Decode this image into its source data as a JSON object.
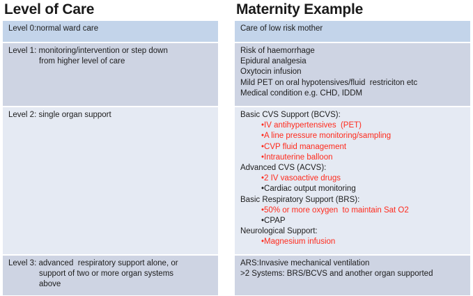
{
  "left_column": {
    "title": "Level of Care",
    "rows": [
      {
        "name": "level-0",
        "lines": [
          "Level 0:normal ward care"
        ]
      },
      {
        "name": "level-1",
        "lines": [
          "Level 1: monitoring/intervention or step down",
          "from higher level of care"
        ]
      },
      {
        "name": "level-2",
        "lines": [
          "Level 2: single organ support"
        ]
      },
      {
        "name": "level-3",
        "lines": [
          "Level 3: advanced  respiratory support alone, or",
          "support of two or more organ systems",
          "above"
        ]
      }
    ]
  },
  "right_column": {
    "title": "Maternity Example",
    "rows": [
      {
        "name": "care-low-risk",
        "lines": [
          "Care of low risk mother"
        ]
      },
      {
        "name": "level-1-example",
        "lines": [
          "Risk of haemorrhage",
          "Epidural analgesia",
          "Oxytocin infusion",
          "Mild PET on oral hypotensives/fluid  restriciton etc",
          "Medical condition e.g. CHD, IDDM"
        ]
      },
      {
        "name": "level-2-example",
        "groups": [
          {
            "heading": "Basic CVS Support (BCVS):",
            "bullets": [
              {
                "text": "•IV antihypertensives  (PET)",
                "color": "red"
              },
              {
                "text": "•A line pressure monitoring/sampling",
                "color": "red"
              },
              {
                "text": "•CVP fluid management",
                "color": "red"
              },
              {
                "text": "•Intrauterine balloon",
                "color": "red"
              }
            ]
          },
          {
            "heading": "Advanced CVS (ACVS):",
            "bullets": [
              {
                "text": "•2 IV vasoactive drugs",
                "color": "red"
              },
              {
                "text": "•Cardiac output monitoring",
                "color": "black"
              }
            ]
          },
          {
            "heading": "Basic Respiratory Support (BRS):",
            "bullets": [
              {
                "text": "•50% or more oxygen  to maintain Sat O2",
                "color": "red"
              },
              {
                "text": "•CPAP",
                "color": "black"
              }
            ]
          },
          {
            "heading": "Neurological Support:",
            "bullets": [
              {
                "text": "•Magnesium infusion",
                "color": "red"
              }
            ]
          }
        ]
      },
      {
        "name": "level-3-example",
        "lines": [
          "ARS:Invasive mechanical ventilation",
          ">2 Systems: BRS/BCVS and another organ supported"
        ]
      }
    ]
  },
  "colors": {
    "band_header": "#c3d4ea",
    "band_alt": "#ced4e3",
    "band_light": "#e5eaf3",
    "text": "#1c1c1c",
    "highlight": "#ff2a1c"
  }
}
